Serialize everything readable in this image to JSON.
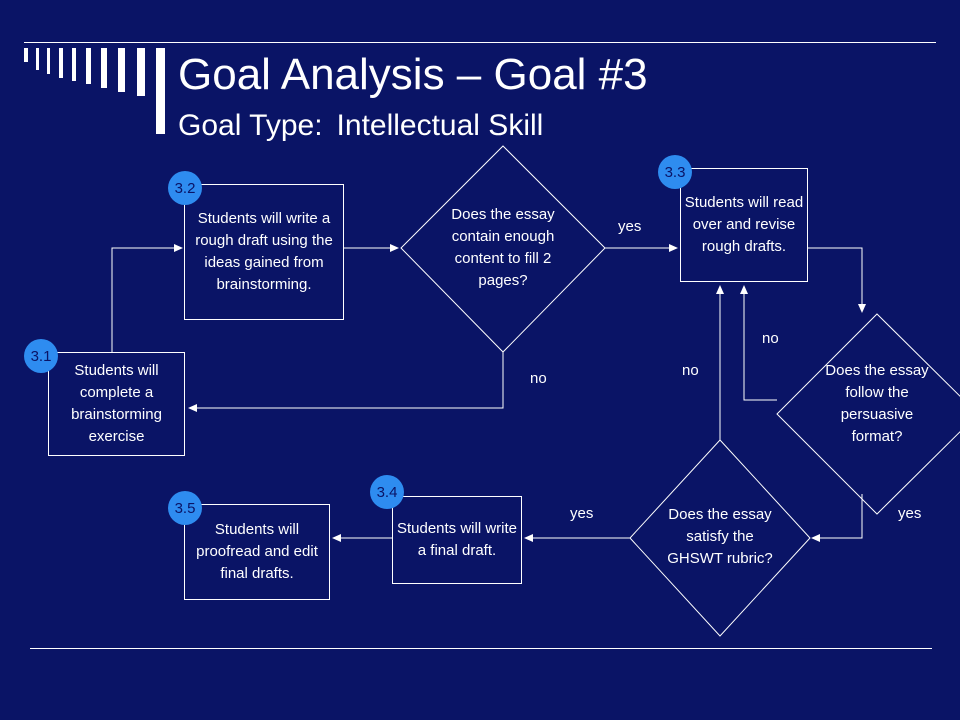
{
  "slide": {
    "title": "Goal Analysis – Goal #3",
    "goal_type_label": "Goal Type:",
    "goal_type_value": "Intellectual Skill"
  },
  "steps": {
    "s31": {
      "badge": "3.1",
      "text": "Students will complete a brainstorming exercise"
    },
    "s32": {
      "badge": "3.2",
      "text": "Students will write a rough draft using the ideas gained from brainstorming."
    },
    "s33": {
      "badge": "3.3",
      "text": "Students will read over and revise rough drafts."
    },
    "s34": {
      "badge": "3.4",
      "text": "Students will write a final draft."
    },
    "s35": {
      "badge": "3.5",
      "text": "Students will proofread and edit final drafts."
    }
  },
  "decisions": {
    "d1": {
      "text": "Does the essay contain enough content to fill 2 pages?"
    },
    "d2": {
      "text": "Does the essay follow the persuasive format?"
    },
    "d3": {
      "text": "Does the essay satisfy the GHSWT rubric?"
    }
  },
  "labels": {
    "d1_yes": "yes",
    "d1_no": "no",
    "d2_no": "no",
    "d2_yes": "yes",
    "d3_no": "no",
    "d3_yes": "yes"
  },
  "colors": {
    "background": "#0a1466",
    "foreground": "#ffffff",
    "badge": "#2e8cf0"
  }
}
